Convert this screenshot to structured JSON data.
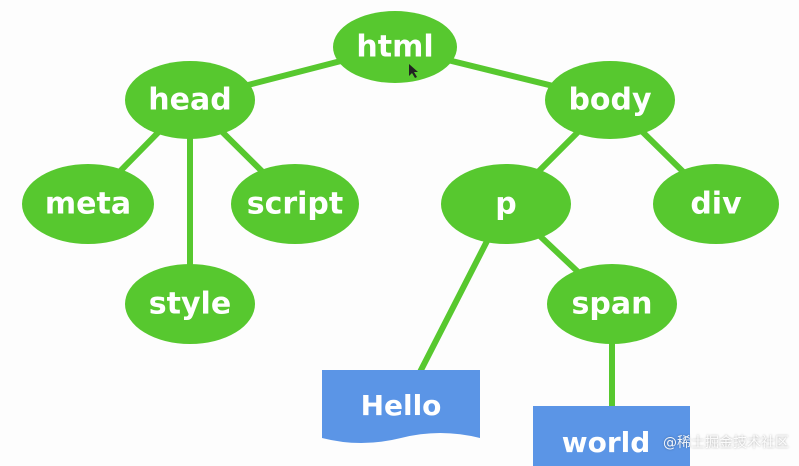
{
  "diagram": {
    "nodes": [
      {
        "id": "html",
        "label": "html"
      },
      {
        "id": "head",
        "label": "head"
      },
      {
        "id": "body",
        "label": "body"
      },
      {
        "id": "meta",
        "label": "meta"
      },
      {
        "id": "script",
        "label": "script"
      },
      {
        "id": "style",
        "label": "style"
      },
      {
        "id": "p",
        "label": "p"
      },
      {
        "id": "div",
        "label": "div"
      },
      {
        "id": "span",
        "label": "span"
      }
    ],
    "text_nodes": [
      {
        "id": "hello",
        "label": "Hello"
      },
      {
        "id": "world",
        "label": "world"
      }
    ],
    "edges": [
      {
        "from": "html",
        "to": "head"
      },
      {
        "from": "html",
        "to": "body"
      },
      {
        "from": "head",
        "to": "meta"
      },
      {
        "from": "head",
        "to": "script"
      },
      {
        "from": "head",
        "to": "style"
      },
      {
        "from": "body",
        "to": "p"
      },
      {
        "from": "body",
        "to": "div"
      },
      {
        "from": "p",
        "to": "hello"
      },
      {
        "from": "p",
        "to": "span"
      },
      {
        "from": "span",
        "to": "world"
      }
    ],
    "colors": {
      "element_node": "#57c82f",
      "text_node": "#5b95e6",
      "label": "#ffffff"
    }
  },
  "watermark": "@稀土掘金技术社区"
}
